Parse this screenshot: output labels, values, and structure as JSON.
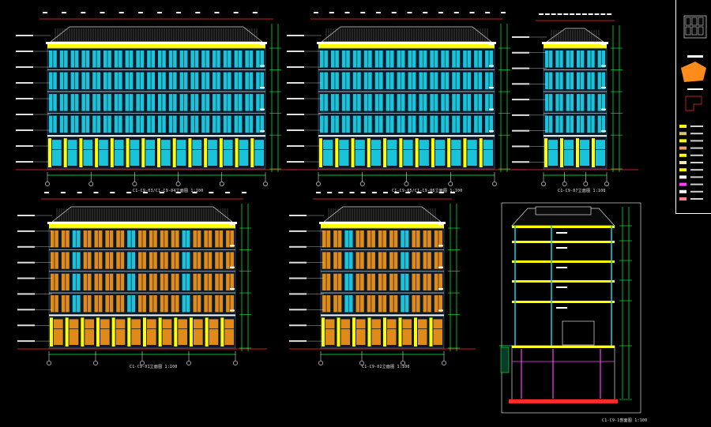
{
  "drawing": {
    "captions": {
      "elev_1": "C1-C9-03/C1-C9-04立面图 1:100",
      "elev_2": "C1-C9-05/C1-C9-06立面图 1:100",
      "elev_3": "C1-C9-07立面图 1:100",
      "elev_4": "C1-C9-01立面图 1:100",
      "elev_5": "C1-C9-02立面图 1:100",
      "section": "C1-C9-1剖面图 1:100"
    },
    "colors": {
      "background": "#000000",
      "facade_cyan": "#19c3d9",
      "facade_yellow": "#ffff00",
      "facade_orange": "#e08a1a",
      "dim_green": "#00ff44",
      "roof_white": "#dcdcdc",
      "ground_red": "#ff2a2a",
      "section_magenta": "#ff40ff",
      "legend_orange": "#ff8c1a"
    },
    "icons": [
      "key-plan-icon",
      "site-plan-icon",
      "north-arrow-icon"
    ]
  }
}
